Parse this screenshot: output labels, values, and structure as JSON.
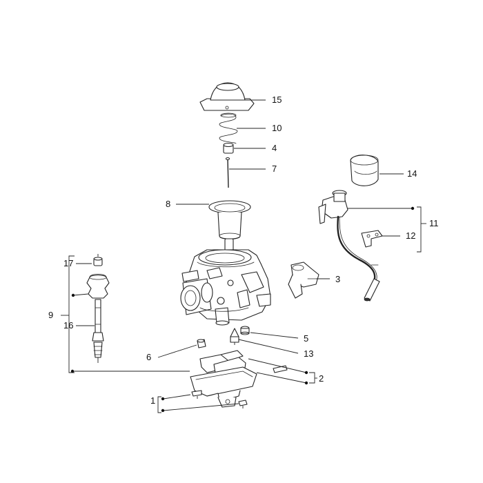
{
  "callouts": {
    "c1": "1",
    "c2": "2",
    "c3": "3",
    "c4": "4",
    "c5": "5",
    "c6": "6",
    "c7": "7",
    "c8": "8",
    "c9": "9",
    "c10": "10",
    "c11": "11",
    "c12": "12",
    "c13": "13",
    "c14": "14",
    "c15": "15",
    "c16": "16",
    "c17": "17"
  },
  "colors": {
    "line": "#222222",
    "background": "#ffffff"
  }
}
